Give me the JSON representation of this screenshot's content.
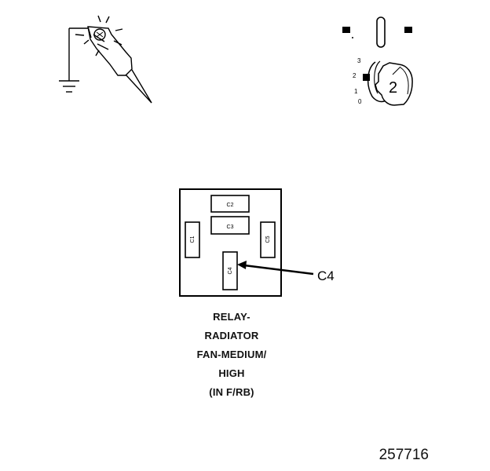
{
  "ignition_switch": {
    "positions": [
      "3",
      "2",
      "1",
      "0"
    ],
    "key_number": "2"
  },
  "relay": {
    "cavities": [
      "C2",
      "C3",
      "C1",
      "C5",
      "C4"
    ],
    "callout": "C4",
    "caption_lines": [
      "RELAY-",
      "RADIATOR",
      "FAN-MEDIUM/",
      "HIGH",
      "(IN F/RB)"
    ]
  },
  "figure_number": "257716"
}
